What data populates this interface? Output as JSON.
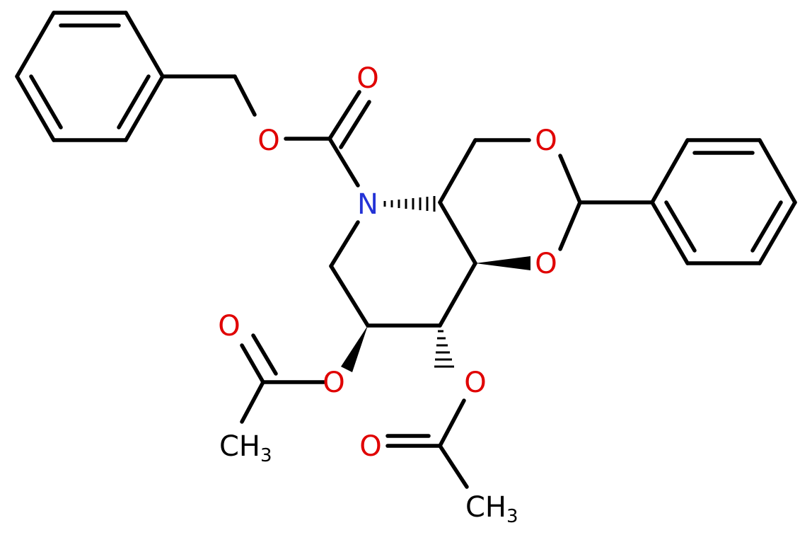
{
  "diagram_type": "chemical-structure",
  "colors": {
    "bond": "#000000",
    "oxygen": "#e00000",
    "nitrogen": "#2433d6",
    "carbon": "#000000",
    "background": "#ffffff"
  },
  "atoms": [
    {
      "id": "o_carbonyl_top",
      "element": "O",
      "text": "O",
      "color": "oxygen"
    },
    {
      "id": "o_ester_benzyl",
      "element": "O",
      "text": "O",
      "color": "oxygen"
    },
    {
      "id": "n_ring",
      "element": "N",
      "text": "N",
      "color": "nitrogen"
    },
    {
      "id": "o_acetal_top",
      "element": "O",
      "text": "O",
      "color": "oxygen"
    },
    {
      "id": "o_acetal_bottom",
      "element": "O",
      "text": "O",
      "color": "oxygen"
    },
    {
      "id": "o_acetoxy_left",
      "element": "O",
      "text": "O",
      "color": "oxygen"
    },
    {
      "id": "o_acetoxy_right",
      "element": "O",
      "text": "O",
      "color": "oxygen"
    },
    {
      "id": "o_carbonyl_left",
      "element": "O",
      "text": "O",
      "color": "oxygen"
    },
    {
      "id": "o_carbonyl_right",
      "element": "O",
      "text": "O",
      "color": "oxygen"
    },
    {
      "id": "ch3_left",
      "element": "C",
      "text": "CH",
      "sub": "3",
      "color": "carbon"
    },
    {
      "id": "ch3_right",
      "element": "C",
      "text": "CH",
      "sub": "3",
      "color": "carbon"
    }
  ]
}
